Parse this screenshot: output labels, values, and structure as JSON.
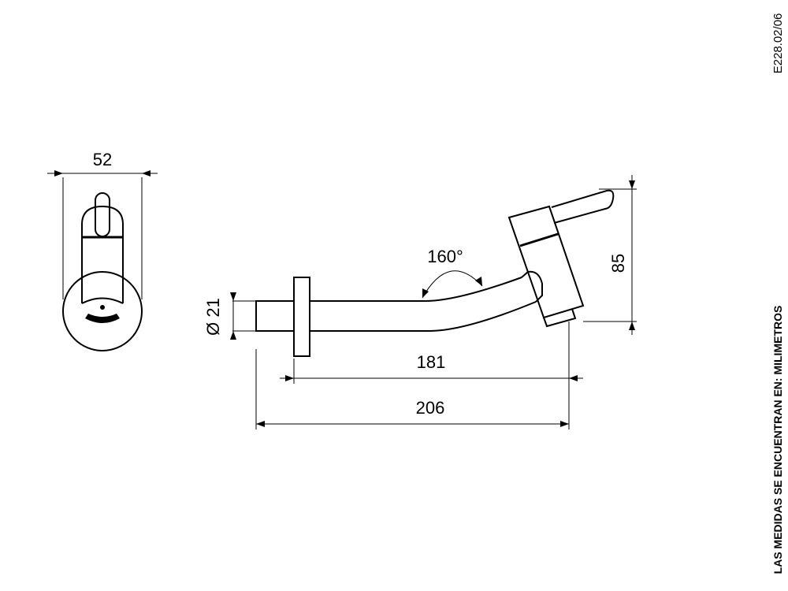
{
  "drawing_code": "E228.02/06",
  "units_note": "LAS MEDIDAS SE ENCUENTRAN EN: MILIMETROS",
  "dimensions": {
    "front_width": "52",
    "pipe_diameter": "Ø 21",
    "angle": "160°",
    "height": "85",
    "length_inner": "181",
    "length_total": "206"
  }
}
